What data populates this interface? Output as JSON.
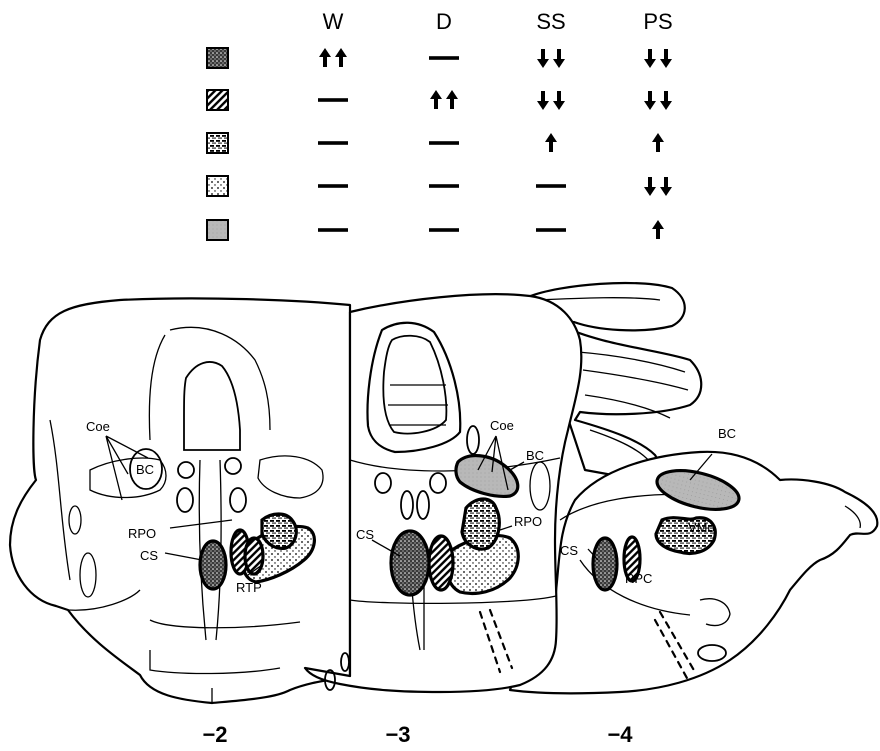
{
  "legend": {
    "columns": [
      "W",
      "D",
      "SS",
      "PS"
    ],
    "rows": [
      {
        "swatch": "dense-stipple",
        "W": "up-up",
        "D": "dash",
        "SS": "down-down",
        "PS": "down-down"
      },
      {
        "swatch": "diagonal-hatch",
        "W": "dash",
        "D": "up-up",
        "SS": "down-down",
        "PS": "down-down"
      },
      {
        "swatch": "horizontal-hatch",
        "W": "dash",
        "D": "dash",
        "SS": "up",
        "PS": "up"
      },
      {
        "swatch": "sparse-dots",
        "W": "dash",
        "D": "dash",
        "SS": "dash",
        "PS": "down-down"
      },
      {
        "swatch": "gray-fill",
        "W": "dash",
        "D": "dash",
        "SS": "dash",
        "PS": "up"
      }
    ]
  },
  "sections": [
    {
      "number": "−2",
      "labels": {
        "coe": "Coe",
        "bc": "BC",
        "rpo": "RPO",
        "cs": "CS",
        "rtp": "RTP"
      }
    },
    {
      "number": "−3",
      "labels": {
        "coe": "Coe",
        "bc": "BC",
        "cs": "CS",
        "rpo": "RPO"
      }
    },
    {
      "number": "−4",
      "labels": {
        "bc": "BC",
        "vmo": "VMo",
        "cs": "CS",
        "rpc": "RPC"
      }
    }
  ],
  "colors": {
    "ink": "#000000",
    "paper": "#ffffff",
    "gray_fill": "#b8b8b8"
  }
}
